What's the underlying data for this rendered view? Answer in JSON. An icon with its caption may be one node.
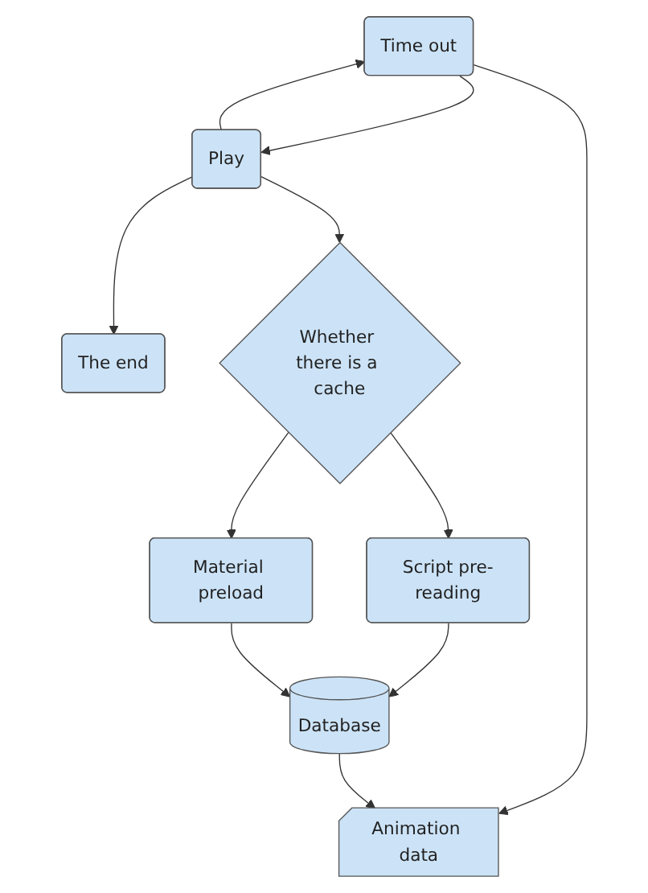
{
  "diagram": {
    "nodes": [
      {
        "text": [
          "The end"
        ]
      },
      {
        "text": [
          "Time out"
        ]
      },
      {
        "text": [
          "Play"
        ]
      },
      {
        "text": [
          "Animation data"
        ]
      },
      {
        "text": [
          "Whether there is a cache"
        ]
      },
      {
        "text": [
          "Script pre-reading"
        ]
      },
      {
        "text": [
          "Material preload"
        ]
      },
      {
        "text": [
          "Database"
        ]
      }
    ],
    "edges": [
      {
        "from": 2,
        "to": 0,
        "arrow": "to"
      },
      {
        "from": 2,
        "to": 1,
        "arrow": "to"
      },
      {
        "from": 1,
        "to": 2,
        "arrow": "to"
      },
      {
        "from": 1,
        "to": 3,
        "arrow": "to"
      },
      {
        "from": 2,
        "to": 4,
        "arrow": "to"
      },
      {
        "from": 4,
        "to": 5,
        "arrow": "to"
      },
      {
        "from": 4,
        "to": 6,
        "arrow": "to"
      },
      {
        "from": 5,
        "to": 7,
        "arrow": "to"
      },
      {
        "from": 6,
        "to": 7,
        "arrow": "to"
      },
      {
        "from": 7,
        "to": 3,
        "arrow": "to"
      }
    ]
  }
}
